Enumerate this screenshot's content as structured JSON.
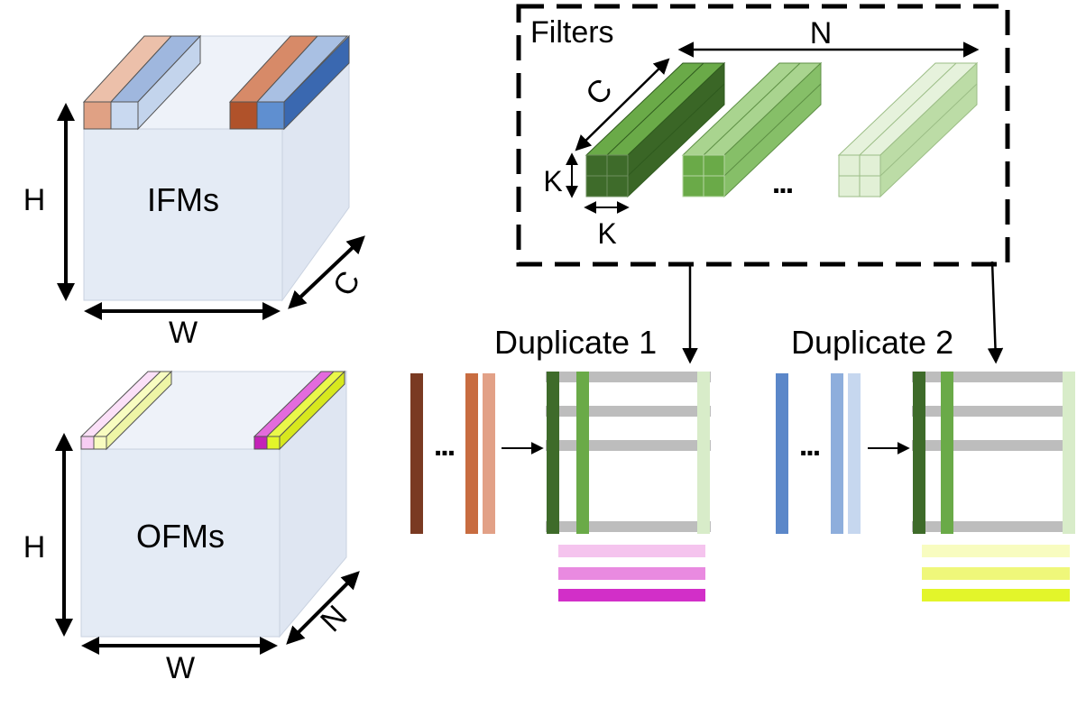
{
  "ifm": {
    "title": "IFMs",
    "height_label": "H",
    "width_label": "W",
    "depth_label": "C"
  },
  "ofm": {
    "title": "OFMs",
    "height_label": "H",
    "width_label": "W",
    "depth_label": "N"
  },
  "filters": {
    "title": "Filters",
    "count_label": "N",
    "depth_label": "C",
    "kernel_h_label": "K",
    "kernel_w_label": "K",
    "ellipsis": "..."
  },
  "duplicates": [
    {
      "label": "Duplicate 1"
    },
    {
      "label": "Duplicate 2"
    }
  ],
  "colors": {
    "ifm_face": "#e4ebf5",
    "ifm_top": "#eef2f9",
    "red_dark": "#b0522a",
    "red_mid": "#d08860",
    "red_light": "#e5a58a",
    "blue_dark": "#3f6fb8",
    "blue_mid": "#8eaedc",
    "blue_light": "#c6d7ef",
    "green_dark": "#3e6b2a",
    "green_mid": "#6aaa48",
    "green_light": "#a6d08a",
    "green_pale": "#d8ecc9",
    "grey_line": "#bdbdbd",
    "pink_light": "#f5c4ee",
    "pink_mid": "#e98ae0",
    "pink_dark": "#d22fc8",
    "yellow_light": "#f8fcc0",
    "yellow_mid": "#eff77a",
    "yellow_dark": "#e3f52a"
  }
}
